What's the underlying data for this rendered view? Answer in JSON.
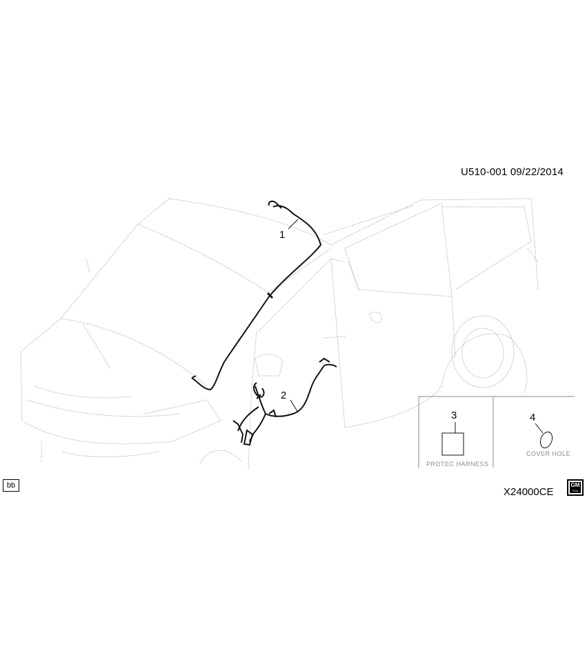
{
  "header": {
    "code_date": "U510-001  09/22/2014"
  },
  "callouts": [
    {
      "number": "1"
    },
    {
      "number": "2"
    },
    {
      "number": "3",
      "caption": "PROTEC HARNESS"
    },
    {
      "number": "4",
      "caption": "COVER HOLE"
    }
  ],
  "footer": {
    "section_badge": "bb",
    "illustration_code": "X24000CE",
    "logo_text": "GM",
    "logo_subtext": "OCA"
  },
  "colors": {
    "outline": "#b8b8b8",
    "harness": "#111111",
    "caption": "#8a8a8a"
  }
}
